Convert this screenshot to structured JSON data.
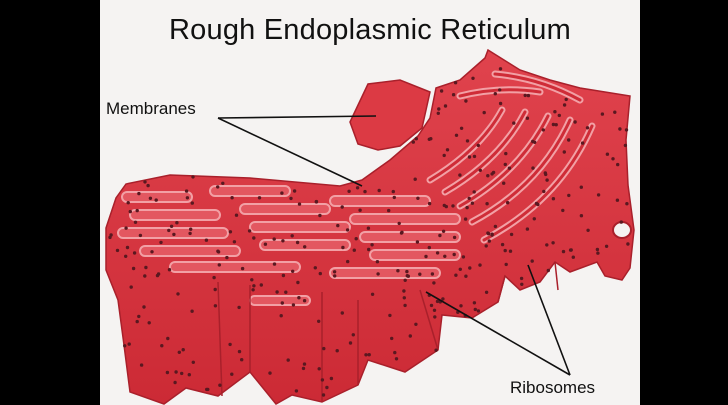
{
  "diagram": {
    "title": "Rough Endoplasmic Reticulum",
    "labels": {
      "membranes": "Membranes",
      "ribosomes": "Ribosomes"
    }
  },
  "colors": {
    "background": "#f5f3f2",
    "letterbox": "#000000",
    "membrane_fill": "#d9343f",
    "membrane_dark": "#a9202b",
    "membrane_light": "#ee7f86",
    "ribosome": "#5a1820",
    "text": "#111111"
  },
  "icons": [
    "rough-er-illustration",
    "ribosome-dot",
    "leader-line"
  ]
}
